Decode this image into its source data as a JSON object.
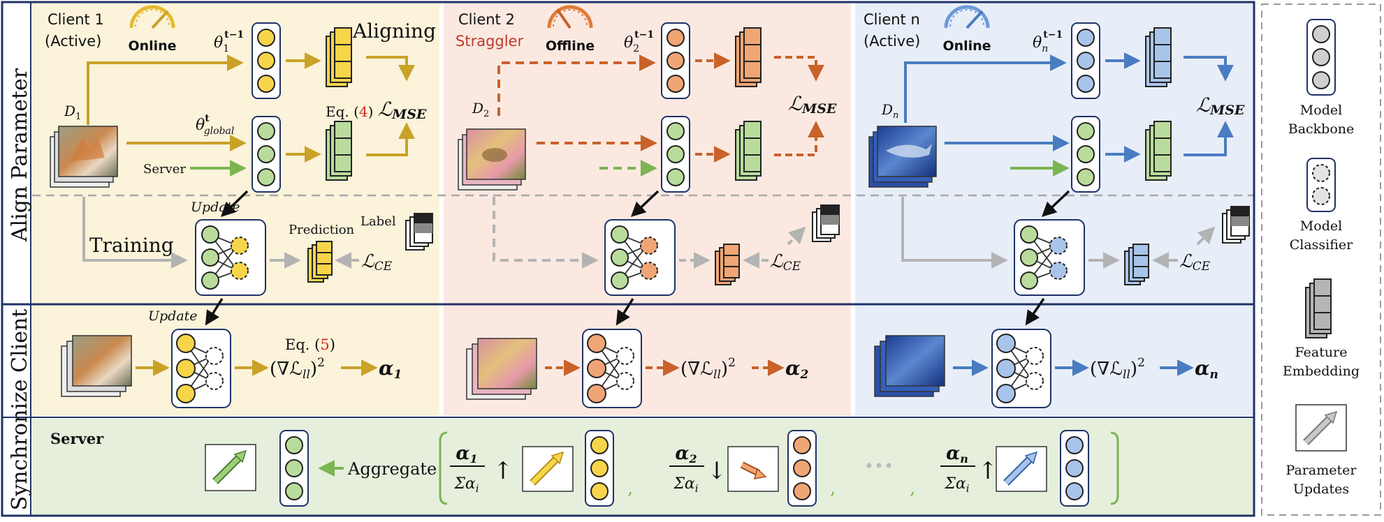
{
  "sections": {
    "align": "Align Parameter",
    "sync": "Synchronize Client"
  },
  "clients": [
    {
      "name": "Client 1",
      "status": "(Active)",
      "mode": "Online",
      "theta": "θ",
      "theta_sup": "t−1",
      "theta_sub": "1",
      "data": "D",
      "data_sub": "1",
      "alpha": "α",
      "alpha_sub": "1",
      "color_fill": "#f7d54a",
      "color_line": "#c9a227"
    },
    {
      "name": "Client 2",
      "status": "Straggler",
      "mode": "Offline",
      "theta": "θ",
      "theta_sup": "t−1",
      "theta_sub": "2",
      "data": "D",
      "data_sub": "2",
      "alpha": "α",
      "alpha_sub": "2",
      "color_fill": "#f0a574",
      "color_line": "#c8622a"
    },
    {
      "name": "Client n",
      "status": "(Active)",
      "mode": "Online",
      "theta": "θ",
      "theta_sup": "t−1",
      "theta_sub": "n",
      "data": "D",
      "data_sub": "n",
      "alpha": "α",
      "alpha_sub": "n",
      "color_fill": "#a9c4ea",
      "color_line": "#4a7cc2"
    }
  ],
  "labels": {
    "aligning": "Aligning",
    "theta_global": "θ",
    "theta_global_sup": "t",
    "theta_global_sub": "global",
    "eq4_prefix": "Eq. (",
    "eq4_num": "4",
    "eq4_suffix": ")",
    "lmse": "ℒ",
    "lmse_sub": "MSE",
    "server_arrow": "Server",
    "update": "Update",
    "training": "Training",
    "prediction": "Prediction",
    "label": "Label",
    "lce": "ℒ",
    "lce_sub": "CE",
    "eq5_prefix": "Eq. (",
    "eq5_num": "5",
    "eq5_suffix": ")",
    "grad": "(∇ℒ",
    "grad_sub": "ll",
    "grad_close": ")",
    "grad_sup": "2"
  },
  "server": {
    "title": "Server",
    "aggregate": "Aggregate",
    "sigma": "Σα",
    "sigma_sub": "i",
    "comma": ",",
    "ellipsis": "•••"
  },
  "legend": {
    "backbone": [
      "Model",
      "Backbone"
    ],
    "classifier": [
      "Model",
      "Classifier"
    ],
    "feature": [
      "Feature",
      "Embedding"
    ],
    "updates": [
      "Parameter",
      "Updates"
    ]
  },
  "colors": {
    "yellow_bg": "#fbf3da",
    "orange_bg": "#fbe9e1",
    "blue_bg": "#e7eef8",
    "server_bg": "#e6efdc",
    "green_fill": "#b9dc9c",
    "green_line": "#7cb552",
    "gray_line": "#b3b3b3",
    "navy": "#1f3268",
    "red": "#d0281e"
  }
}
